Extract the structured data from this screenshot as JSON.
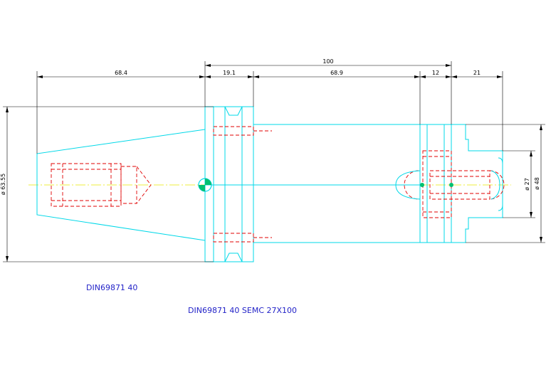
{
  "labels": {
    "standard": "DIN69871 40",
    "part": "DIN69871 40 SEMC 27X100"
  },
  "dimensions": {
    "total_length": "100",
    "taper_length": "68.4",
    "flange_width": "19.1",
    "body_length": "68.9",
    "nut_width": "12",
    "nose_length": "21",
    "taper_diameter": "ø 63.55",
    "bore_diameter": "ø 27",
    "nose_diameter": "ø 48"
  },
  "colors": {
    "outline": "#00d8e8",
    "hidden": "#e00000",
    "centerline": "#e8e800",
    "dimension": "#000000",
    "label": "#2323c8",
    "marker": "#00c070"
  }
}
